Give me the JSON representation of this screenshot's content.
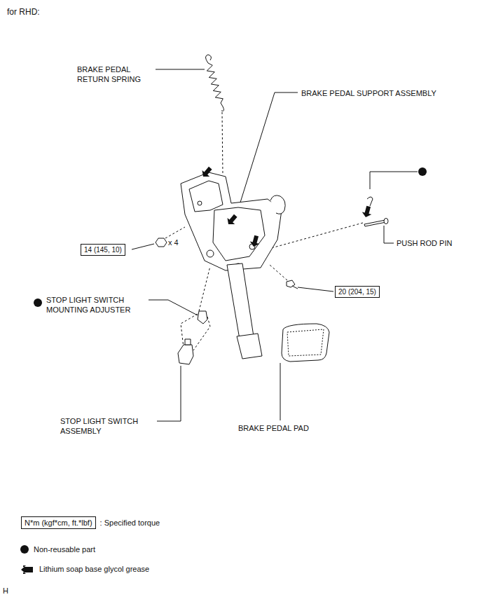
{
  "diagram": {
    "title": "for RHD:",
    "nodes": [
      {
        "text": [
          "14 (145, 10)"
        ]
      },
      {
        "text": [
          "20 (204, 15)"
        ]
      }
    ],
    "labels": [
      "BRAKE PEDAL RETURN SPRING",
      "BRAKE PEDAL SUPPORT ASSEMBLY",
      "PUSH ROD PIN",
      "x 4",
      "STOP LIGHT SWITCH MOUNTING ADJUSTER",
      "STOP LIGHT SWITCH ASSEMBLY",
      "BRAKE PEDAL PAD",
      "N*m (kgf*cm, ft.*lbf)",
      "H"
    ],
    "legend": [
      {
        "text": ": Specified torque"
      },
      {
        "text": "Non-reusable part"
      },
      {
        "text": "Lithium soap base glycol grease"
      }
    ]
  }
}
